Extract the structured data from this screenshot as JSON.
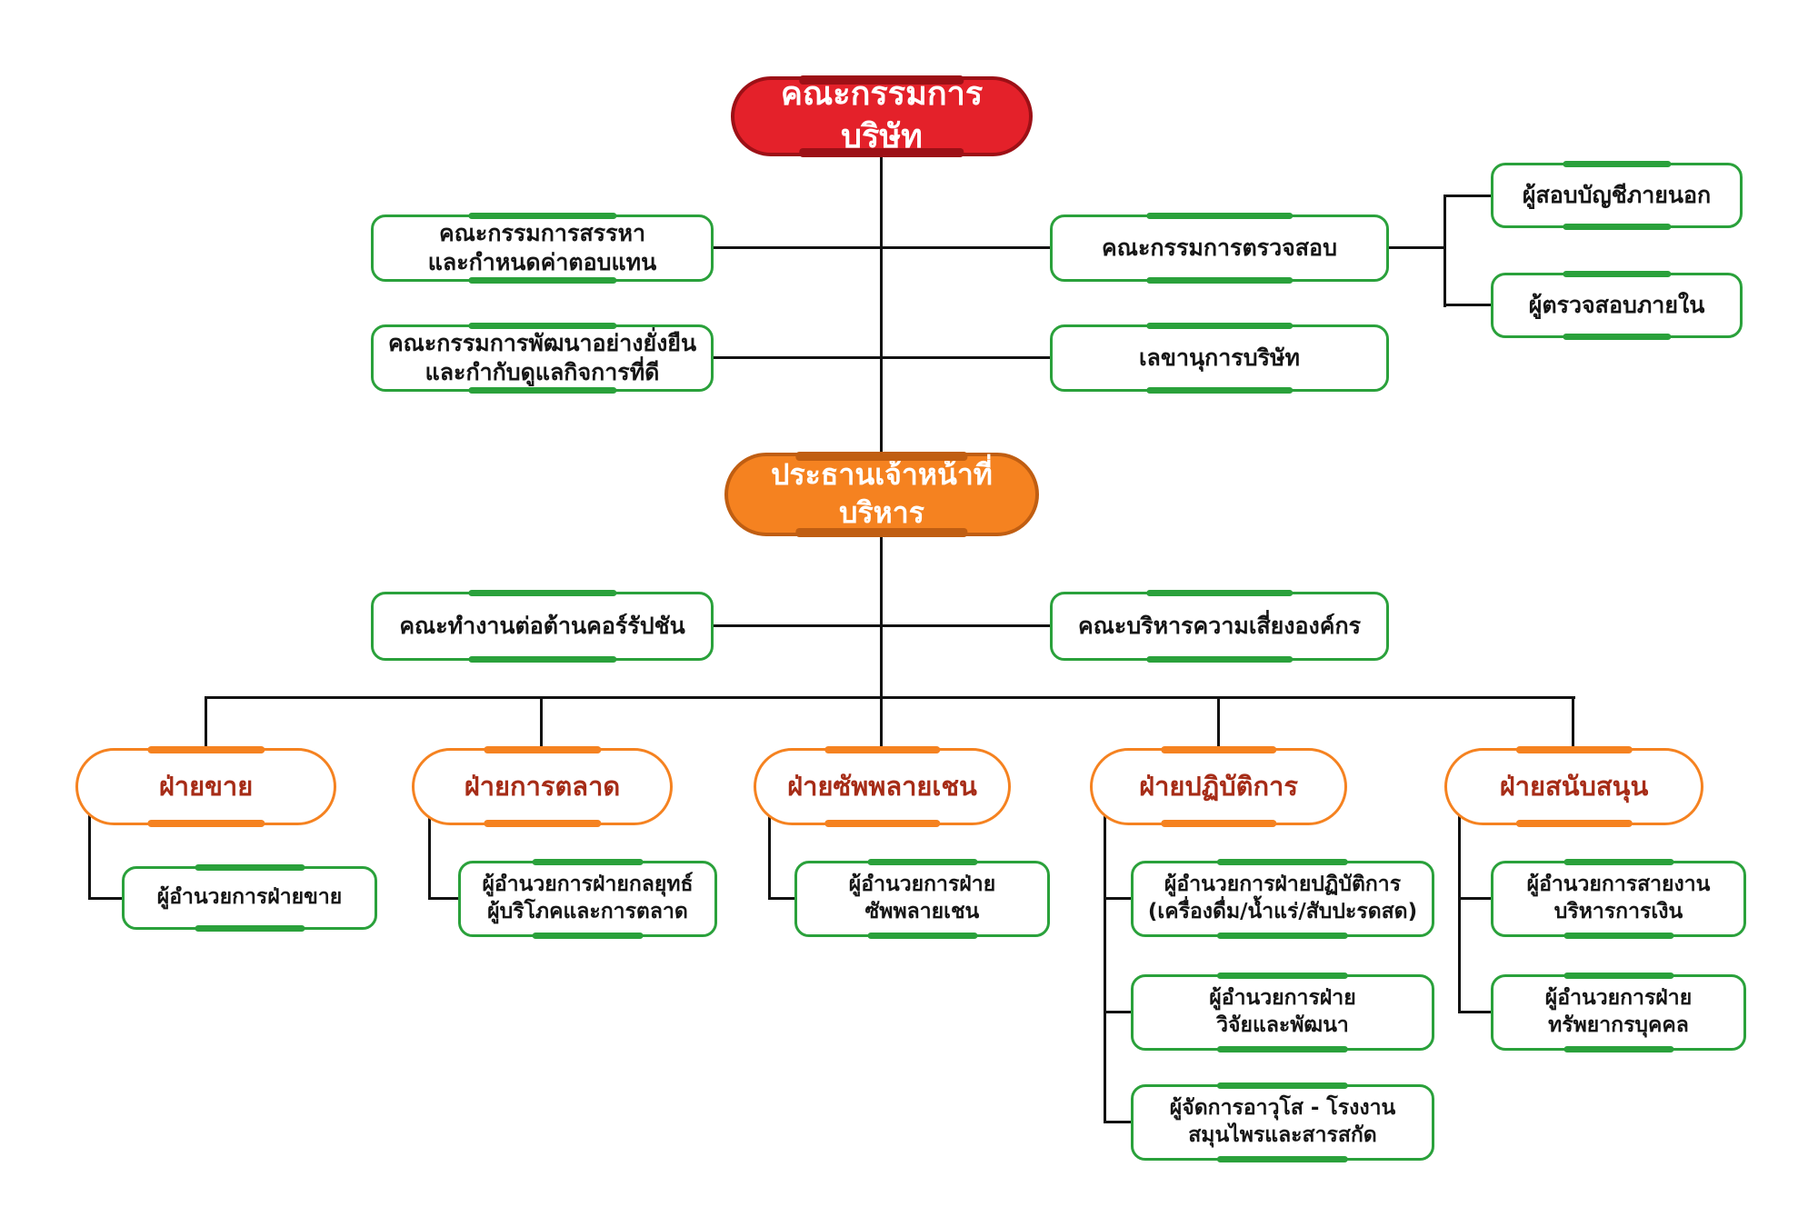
{
  "colors": {
    "connector_line": "#121212",
    "green_border": "#2aa13b",
    "orange_accent": "#f58220",
    "red_fill": "#e4212a",
    "red_border": "#9d1016",
    "orange_border": "#c05e12",
    "dept_text": "#a62c17"
  },
  "org": {
    "board": {
      "label": "คณะกรรมการบริษัท"
    },
    "nomination_committee": {
      "label": "คณะกรรมการสรรหา\nและกำหนดค่าตอบแทน"
    },
    "sustainability_committee": {
      "label": "คณะกรรมการพัฒนาอย่างยั่งยืน\nและกำกับดูแลกิจการที่ดี"
    },
    "audit_committee": {
      "label": "คณะกรรมการตรวจสอบ"
    },
    "company_secretary": {
      "label": "เลขานุการบริษัท"
    },
    "external_auditor": {
      "label": "ผู้สอบบัญชีภายนอก"
    },
    "internal_auditor": {
      "label": "ผู้ตรวจสอบภายใน"
    },
    "ceo": {
      "label": "ประธานเจ้าหน้าที่บริหาร"
    },
    "anti_corruption": {
      "label": "คณะทำงานต่อต้านคอร์รัปชัน"
    },
    "risk_management": {
      "label": "คณะบริหารความเสี่ยงองค์กร"
    },
    "dept_sales": {
      "label": "ฝ่ายขาย"
    },
    "dept_marketing": {
      "label": "ฝ่ายการตลาด"
    },
    "dept_supply_chain": {
      "label": "ฝ่ายซัพพลายเชน"
    },
    "dept_operations": {
      "label": "ฝ่ายปฏิบัติการ"
    },
    "dept_support": {
      "label": "ฝ่ายสนับสนุน"
    },
    "sales_director": {
      "label": "ผู้อำนวยการฝ่ายขาย"
    },
    "marketing_director": {
      "label": "ผู้อำนวยการฝ่ายกลยุทธ์\nผู้บริโภคและการตลาด"
    },
    "supply_chain_director": {
      "label": "ผู้อำนวยการฝ่าย\nซัพพลายเชน"
    },
    "operations_director": {
      "label": "ผู้อำนวยการฝ่ายปฏิบัติการ\n(เครื่องดื่ม/น้ำแร่/สับปะรดสด)"
    },
    "rnd_director": {
      "label": "ผู้อำนวยการฝ่าย\nวิจัยและพัฒนา"
    },
    "herb_plant_senior_manager": {
      "label": "ผู้จัดการอาวุโส - โรงงาน\nสมุนไพรและสารสกัด"
    },
    "finance_director": {
      "label": "ผู้อำนวยการสายงาน\nบริหารการเงิน"
    },
    "hr_director": {
      "label": "ผู้อำนวยการฝ่าย\nทรัพยากรบุคคล"
    }
  },
  "edges": {
    "board": [
      "nomination_committee",
      "sustainability_committee",
      "audit_committee",
      "company_secretary",
      "ceo"
    ],
    "audit_committee": [
      "external_auditor",
      "internal_auditor"
    ],
    "ceo": [
      "anti_corruption",
      "risk_management",
      "dept_sales",
      "dept_marketing",
      "dept_supply_chain",
      "dept_operations",
      "dept_support"
    ],
    "dept_sales": [
      "sales_director"
    ],
    "dept_marketing": [
      "marketing_director"
    ],
    "dept_supply_chain": [
      "supply_chain_director"
    ],
    "dept_operations": [
      "operations_director",
      "rnd_director",
      "herb_plant_senior_manager"
    ],
    "dept_support": [
      "finance_director",
      "hr_director"
    ]
  }
}
